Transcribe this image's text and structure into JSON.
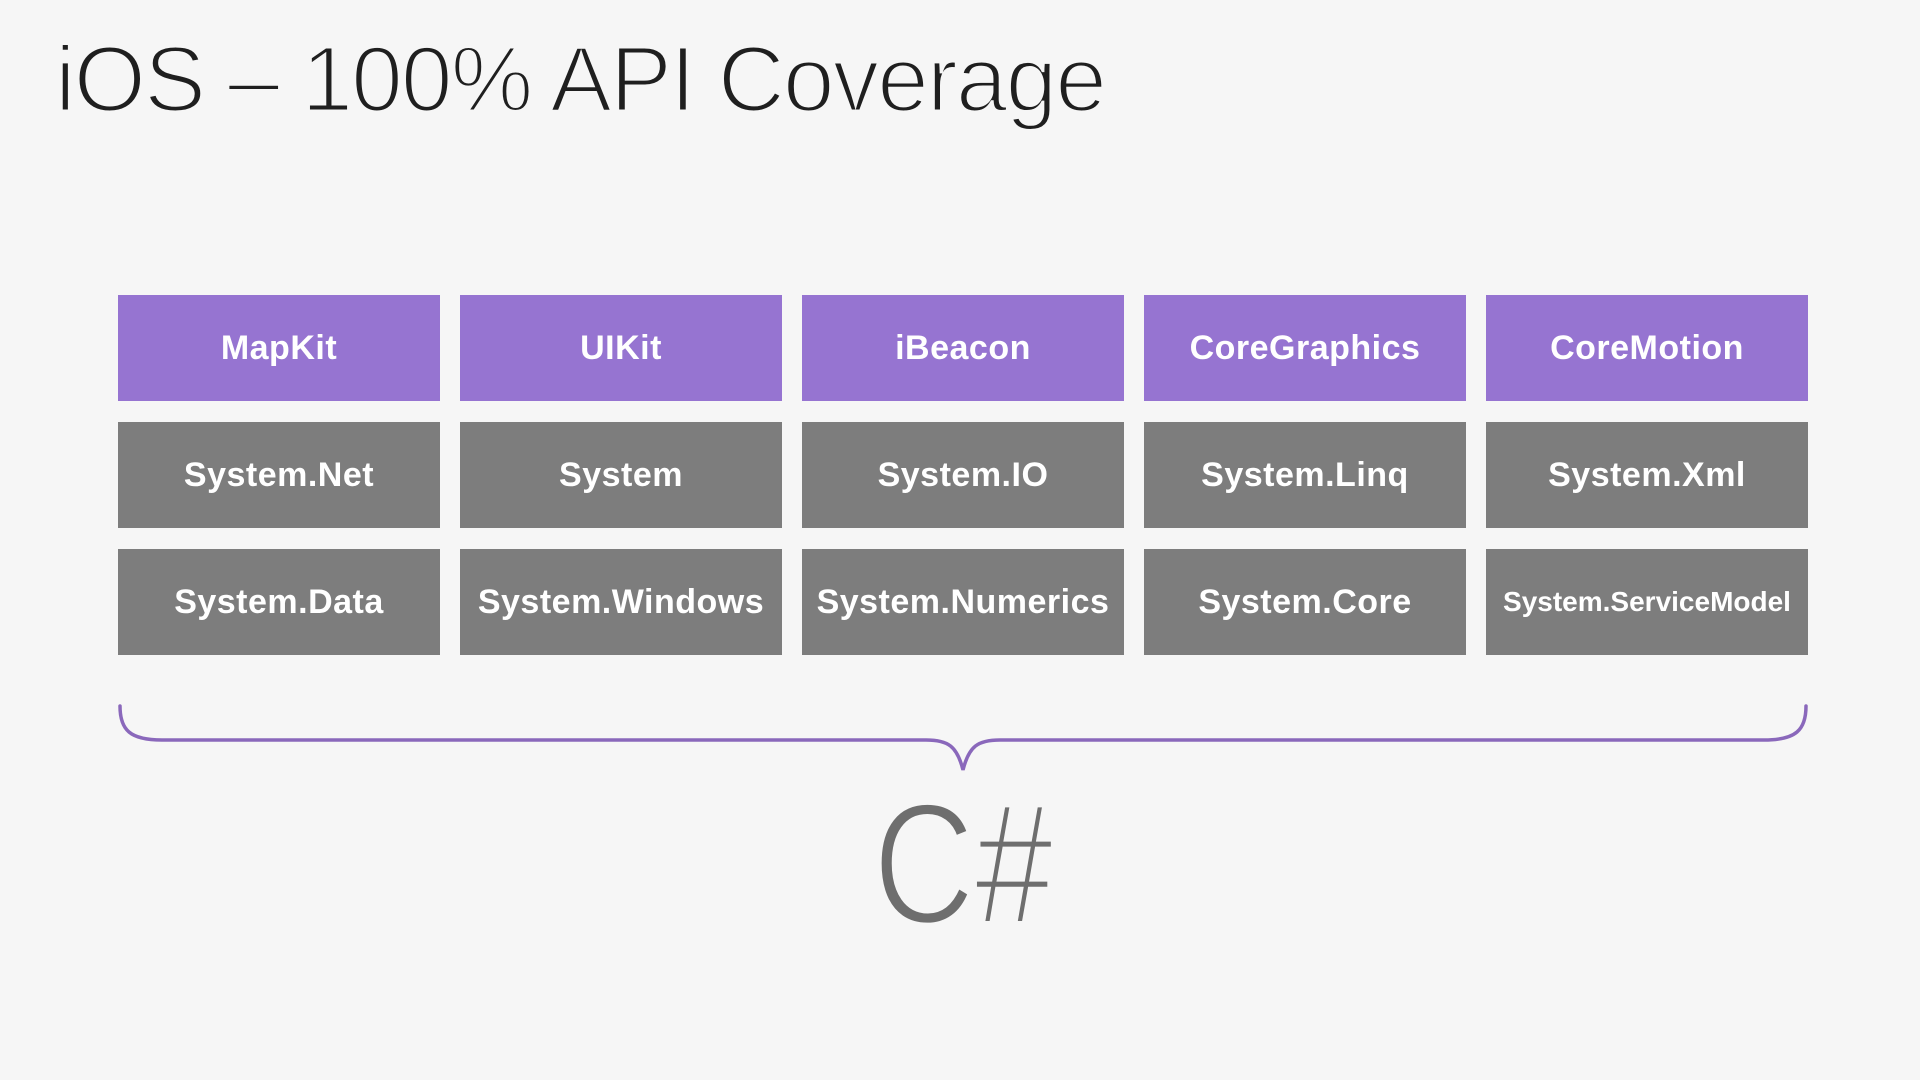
{
  "title": "iOS – 100% API Coverage",
  "language_label": "C#",
  "colors": {
    "background": "#f6f6f6",
    "title_text": "#1f1f1f",
    "ios_api": "#9674d1",
    "dotnet_api": "#7d7d7d",
    "box_text": "#ffffff",
    "brace": "#8a68bb",
    "csharp_text": "#6e6e6e"
  },
  "grid": {
    "rows": [
      {
        "type": "ios-apis",
        "cells": [
          "MapKit",
          "UIKit",
          "iBeacon",
          "CoreGraphics",
          "CoreMotion"
        ]
      },
      {
        "type": "dotnet-namespaces",
        "cells": [
          "System.Net",
          "System",
          "System.IO",
          "System.Linq",
          "System.Xml"
        ]
      },
      {
        "type": "dotnet-namespaces",
        "cells": [
          "System.Data",
          "System.Windows",
          "System.Numerics",
          "System.Core",
          "System.ServiceModel"
        ]
      }
    ]
  }
}
